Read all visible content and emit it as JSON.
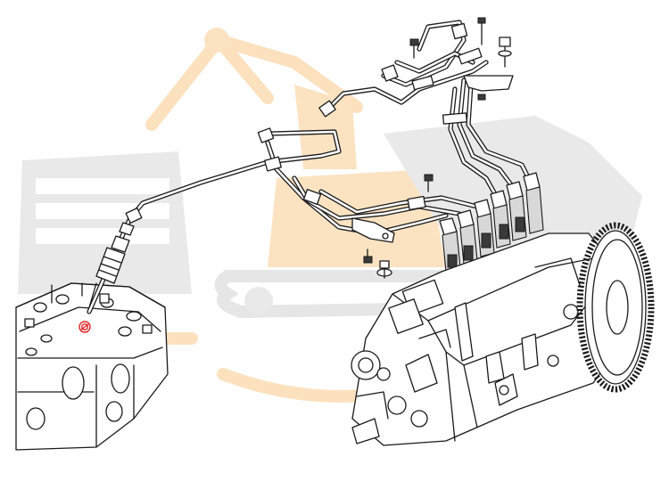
{
  "diagram": {
    "watermark": "excavator-logo",
    "highlight_color": "#e02020",
    "parts": [
      {
        "name": "injector"
      },
      {
        "name": "cylinder-head"
      },
      {
        "name": "injection-pump"
      },
      {
        "name": "pump-drive-gear"
      },
      {
        "name": "fuel-injection-pipes"
      },
      {
        "name": "pipe-clamp-bracket"
      },
      {
        "name": "bolt"
      },
      {
        "name": "sealing-washer"
      }
    ]
  }
}
